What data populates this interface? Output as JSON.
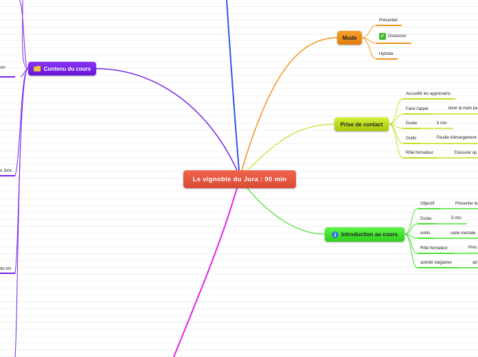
{
  "central": {
    "title": "Le vignoble du Jura : 90 min"
  },
  "mode": {
    "title": "Mode",
    "items": [
      "Présentiel",
      "Distanciel",
      "Hybride"
    ]
  },
  "prise_de_contact": {
    "title": "Prise de contact",
    "items": [
      {
        "label": "Accueillir les apprenants",
        "value": ""
      },
      {
        "label": "Faire l'appel",
        "value": "lever la main pa"
      },
      {
        "label": "Durée",
        "value": "5 min"
      },
      {
        "label": "Outils",
        "value": "Feuille d'émargement"
      },
      {
        "label": "Rôle formateur",
        "value": "S'assurer qu"
      }
    ]
  },
  "introduction": {
    "title": "Introduction au cours",
    "items": [
      {
        "label": "Objectif",
        "value": "Présenter la"
      },
      {
        "label": "Durée",
        "value": "5 min"
      },
      {
        "label": "outils",
        "value": "carte mentale"
      },
      {
        "label": "Rôle formateur",
        "value": "Prés"
      },
      {
        "label": "activité stagiaires",
        "value": "ad"
      }
    ]
  },
  "contenu": {
    "title": "Contenu du cours",
    "fragments": [
      "vin",
      "u Jura",
      "du vin"
    ]
  },
  "colors": {
    "central": "#e0523c",
    "mode": "#f29418",
    "prise_de_contact": "#c2e01f",
    "introduction": "#46e22e",
    "contenu": "#7425e6",
    "blue_branch": "#2e55e6",
    "magenta_branch": "#e81fe8"
  },
  "icons": {
    "distanciel": "check-icon",
    "introduction": "info-icon",
    "contenu": "folder-icon"
  }
}
